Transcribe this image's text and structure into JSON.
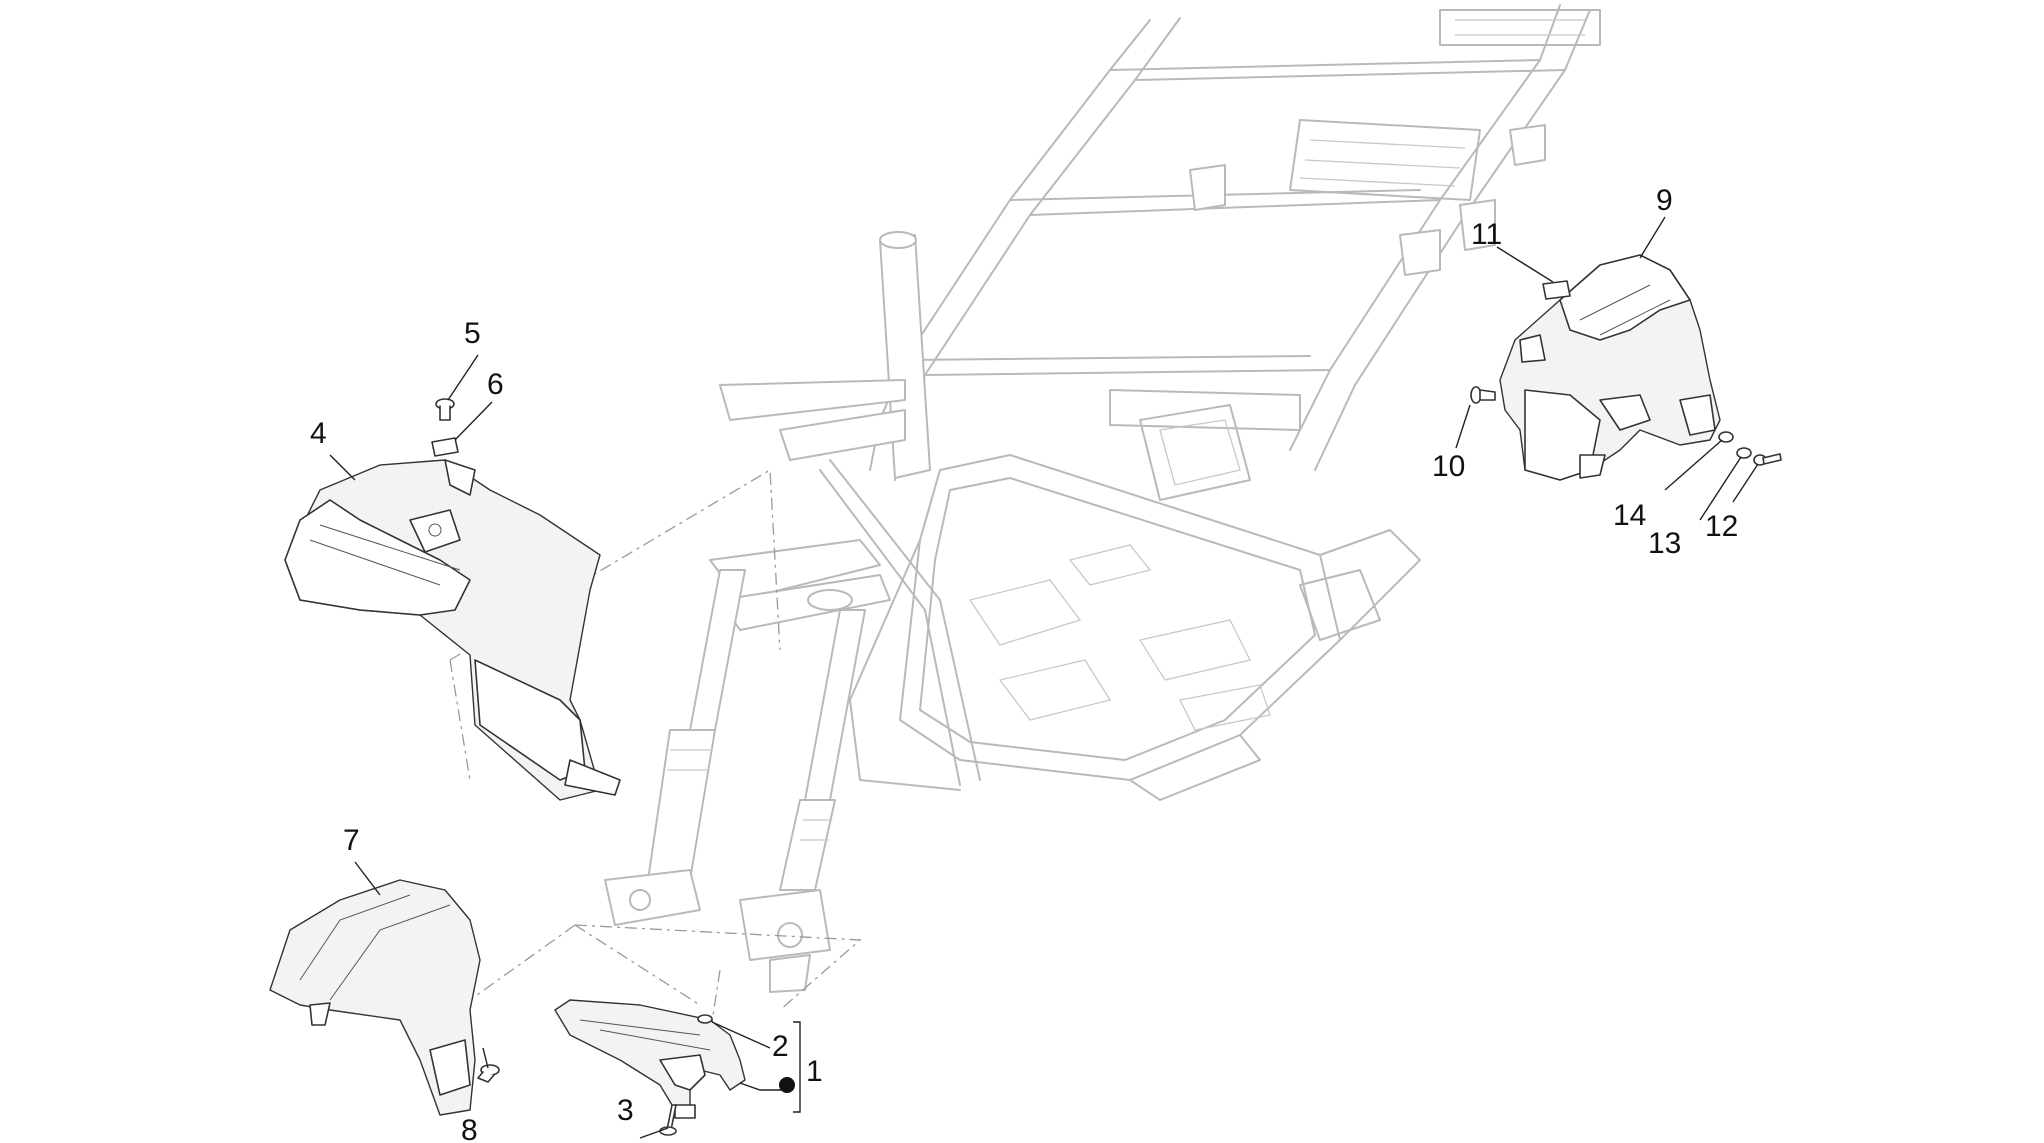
{
  "callouts": [
    {
      "id": "1",
      "text": "1"
    },
    {
      "id": "2",
      "text": "2"
    },
    {
      "id": "3",
      "text": "3"
    },
    {
      "id": "4",
      "text": "4"
    },
    {
      "id": "5",
      "text": "5"
    },
    {
      "id": "6",
      "text": "6"
    },
    {
      "id": "7",
      "text": "7"
    },
    {
      "id": "8",
      "text": "8"
    },
    {
      "id": "9",
      "text": "9"
    },
    {
      "id": "10",
      "text": "10"
    },
    {
      "id": "11",
      "text": "11"
    },
    {
      "id": "12",
      "text": "12"
    },
    {
      "id": "13",
      "text": "13"
    },
    {
      "id": "14",
      "text": "14"
    }
  ],
  "colors": {
    "line": "#333333",
    "frame": "#b9b9b9",
    "text": "#111111"
  }
}
